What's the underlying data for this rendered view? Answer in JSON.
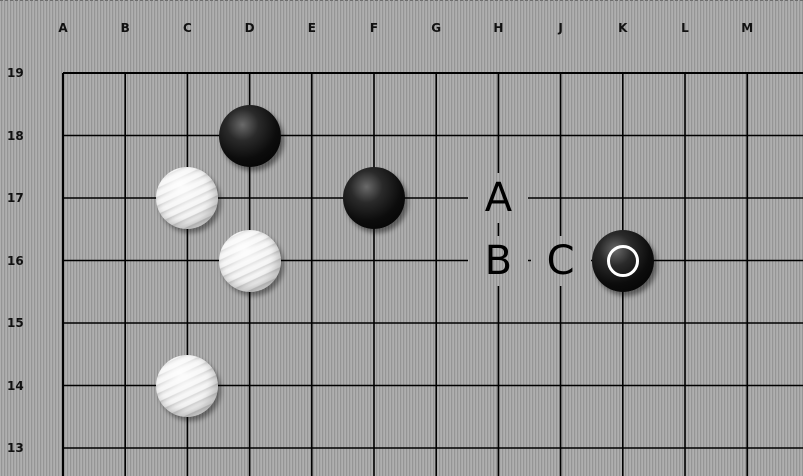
{
  "board": {
    "column_labels": [
      "A",
      "B",
      "C",
      "D",
      "E",
      "F",
      "G",
      "H",
      "J",
      "K",
      "L",
      "M"
    ],
    "row_labels": [
      "19",
      "18",
      "17",
      "16",
      "15",
      "14",
      "13"
    ]
  },
  "stones": [
    {
      "color": "black",
      "point": "D18"
    },
    {
      "color": "black",
      "point": "F17"
    },
    {
      "color": "black",
      "point": "K16",
      "last_move": true
    },
    {
      "color": "white",
      "point": "C17"
    },
    {
      "color": "white",
      "point": "D16"
    },
    {
      "color": "white",
      "point": "C14"
    }
  ],
  "marks": [
    {
      "label": "A",
      "point": "H17"
    },
    {
      "label": "B",
      "point": "H16"
    },
    {
      "label": "C",
      "point": "J16"
    }
  ]
}
